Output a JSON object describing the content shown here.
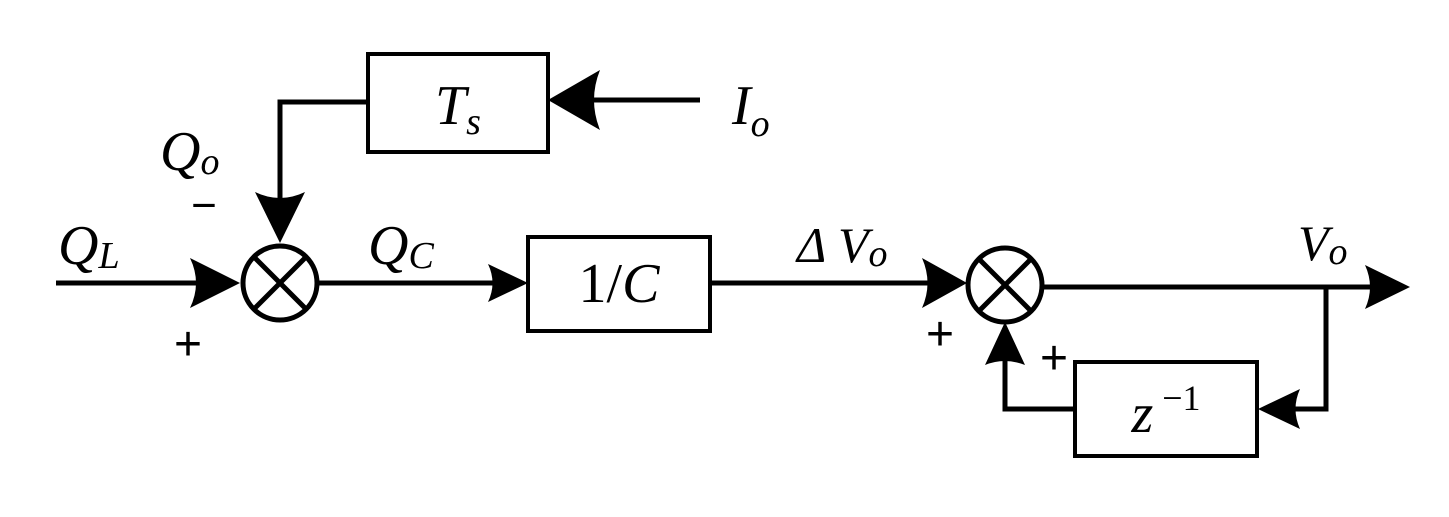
{
  "blocks": {
    "ts": {
      "main": "T",
      "sub": "s"
    },
    "inv_c": {
      "prefix": "1/",
      "main": "C"
    },
    "delay": {
      "main": "z",
      "sup": " −1"
    }
  },
  "signals": {
    "io": {
      "main": "I",
      "sub": "o"
    },
    "qo": {
      "main": "Q",
      "sub": "o"
    },
    "ql": {
      "main": "Q",
      "sub": "L"
    },
    "qc": {
      "main": "Q",
      "sub": "C"
    },
    "dvo": {
      "prefix": "Δ ",
      "main": "V",
      "sub": "o"
    },
    "vo": {
      "main": "V",
      "sub": "o"
    }
  },
  "signs": {
    "sum1_top": "−",
    "sum1_left": "+",
    "sum2_left": "+",
    "sum2_bottom": "+"
  }
}
